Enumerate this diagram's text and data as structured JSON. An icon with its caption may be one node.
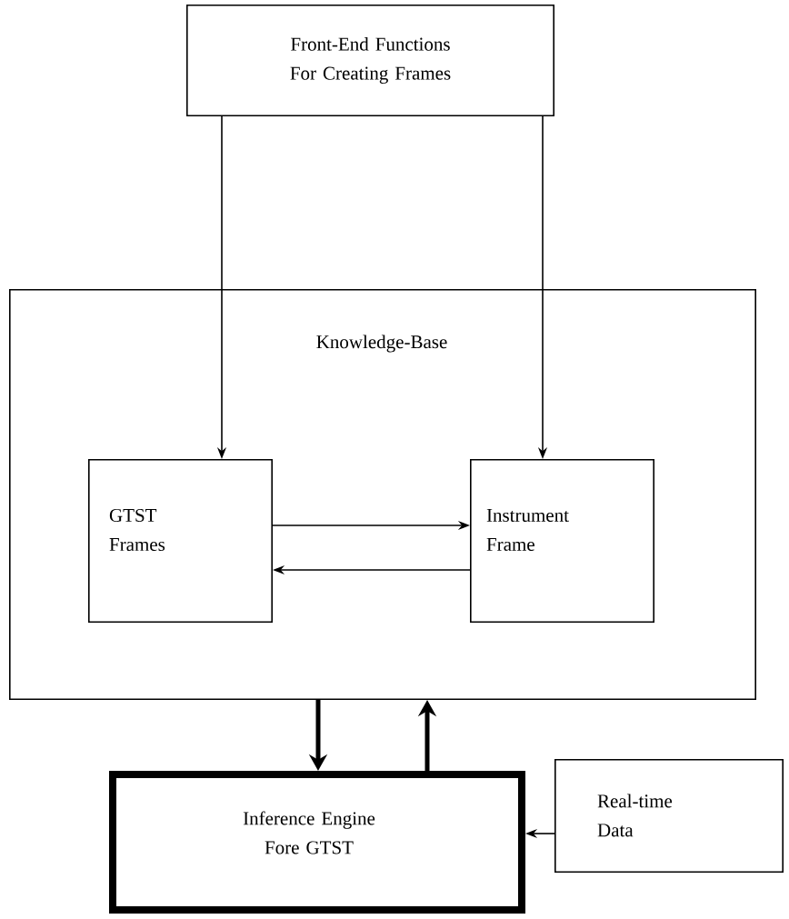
{
  "diagram": {
    "nodes": [
      {
        "text": [
          "Front-End Functions For Creating Frames"
        ]
      },
      {
        "text": [
          "Knowledge-Base"
        ]
      },
      {
        "text": [
          "GTST Frames"
        ],
        "in": 1
      },
      {
        "text": [
          "Instrument Frame"
        ],
        "in": 1
      },
      {
        "text": [
          "Inference Engine Fore GTST"
        ]
      },
      {
        "text": [
          "Real-time Data"
        ]
      }
    ],
    "edges": [
      {
        "from": 0,
        "to": 2,
        "arrow": "to"
      },
      {
        "from": 0,
        "to": 3,
        "arrow": "to"
      },
      {
        "from": 2,
        "to": 3,
        "arrow": "to"
      },
      {
        "from": 3,
        "to": 2,
        "arrow": "to"
      },
      {
        "from": 1,
        "to": 4,
        "arrow": "to",
        "style": "thick"
      },
      {
        "from": 4,
        "to": 1,
        "arrow": "to",
        "style": "thick"
      },
      {
        "from": 5,
        "to": 4,
        "arrow": "to"
      }
    ]
  }
}
